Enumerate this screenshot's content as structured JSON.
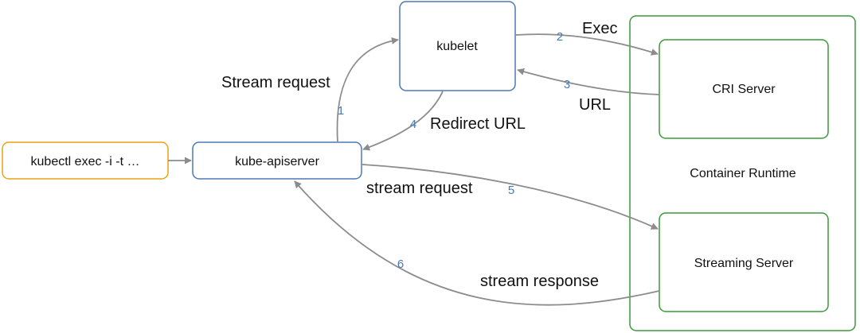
{
  "nodes": {
    "kubectl": "kubectl exec -i -t …",
    "apiserver": "kube-apiserver",
    "kubelet": "kubelet",
    "cri_server": "CRI Server",
    "container_runtime": "Container Runtime",
    "streaming_server": "Streaming Server"
  },
  "labels": {
    "stream_request_upper": "Stream request",
    "exec": "Exec",
    "url": "URL",
    "redirect_url": "Redirect URL",
    "stream_request_lower": "stream request",
    "stream_response": "stream response"
  },
  "steps": {
    "s1": "1",
    "s2": "2",
    "s3": "3",
    "s4": "4",
    "s5": "5",
    "s6": "6"
  },
  "colors": {
    "kubectl_border": "#e8a317",
    "k8s_border": "#4a78b5",
    "runtime_border": "#3a9a3a",
    "edge": "#8c8c8c",
    "step_number": "#4a78b5"
  }
}
